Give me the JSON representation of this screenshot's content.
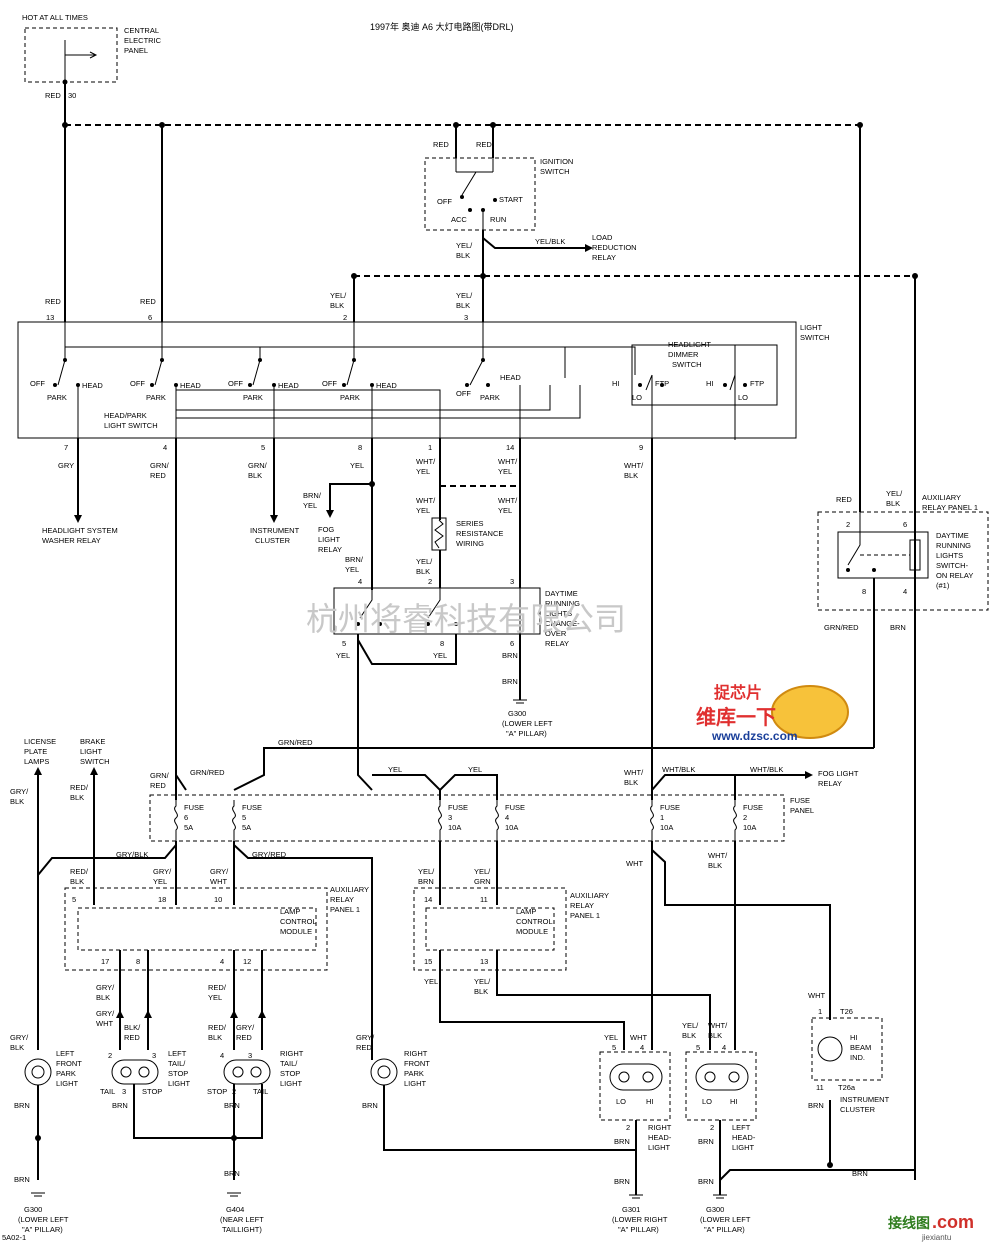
{
  "title": "1997年 奥迪 A6 大灯电路图(带DRL)",
  "watermark": "杭州将睿科技有限公司",
  "logo": {
    "line1": "捉芯片",
    "line2": "维库一下",
    "url": "www.dzsc.com"
  },
  "footer_logo": {
    "text": "接线图",
    "suffix": ".com",
    "url": "jiexiantu"
  },
  "top": {
    "hot_at_all_times": "HOT AT ALL TIMES",
    "central_panel": [
      "CENTRAL",
      "ELECTRIC",
      "PANEL"
    ],
    "red_30": "RED",
    "pin_30": "30"
  },
  "ignition": {
    "name": [
      "IGNITION",
      "SWITCH"
    ],
    "wire1": "RED",
    "wire2": "RED",
    "off": "OFF",
    "acc": "ACC",
    "start": "START",
    "run": "RUN",
    "out_wire": [
      "YEL/",
      "BLK"
    ],
    "out2": "YEL/BLK",
    "load_relay": [
      "LOAD",
      "REDUCTION",
      "RELAY"
    ]
  },
  "light_switch": {
    "name": [
      "LIGHT",
      "SWITCH"
    ],
    "head_park": [
      "HEAD/PARK",
      "LIGHT SWITCH"
    ],
    "dimmer": [
      "HEADLIGHT",
      "DIMMER",
      "SWITCH"
    ],
    "off": "OFF",
    "park": "PARK",
    "head": "HEAD",
    "hi": "HI",
    "lo": "LO",
    "ftp": "FTP",
    "in_wires": [
      {
        "c": "RED",
        "p": "13"
      },
      {
        "c": "RED",
        "p": "6"
      },
      {
        "c": "YEL/ BLK",
        "p": "2"
      },
      {
        "c": "YEL/ BLK",
        "p": "3"
      }
    ],
    "pins_out": [
      "7",
      "4",
      "5",
      "8",
      "1",
      "14",
      "9"
    ]
  },
  "out": {
    "gry": "GRY",
    "grn_red": [
      "GRN/",
      "RED"
    ],
    "grn_blk": [
      "GRN/",
      "BLK"
    ],
    "yel": "YEL",
    "wht_yel": [
      "WHT/",
      "YEL"
    ],
    "wht_blk": [
      "WHT/",
      "BLK"
    ],
    "washer": [
      "HEADLIGHT SYSTEM",
      "WASHER RELAY"
    ],
    "cluster": [
      "INSTRUMENT",
      "CLUSTER"
    ],
    "brn_yel": [
      "BRN/",
      "YEL"
    ],
    "fog_relay": [
      "FOG",
      "LIGHT",
      "RELAY"
    ]
  },
  "drl_relay": {
    "name": [
      "DAYTIME",
      "RUNNING",
      "LIGHTS",
      "CHANGE-",
      "OVER",
      "RELAY"
    ],
    "series": [
      "SERIES",
      "RESISTANCE",
      "WIRING"
    ],
    "wht_yel2": [
      "WHT/",
      "YEL"
    ],
    "yel_blk": [
      "YEL/",
      "BLK"
    ],
    "brn_yel2": [
      "BRN/",
      "YEL"
    ],
    "pins": [
      "4",
      "2",
      "3",
      "5",
      "8",
      "6"
    ],
    "yel_a": "YEL",
    "yel_b": "YEL",
    "brn": "BRN",
    "brn2": "BRN",
    "g300": [
      "G300",
      "(LOWER LEFT",
      "\"A\" PILLAR)"
    ]
  },
  "aux_relay_top": {
    "name": [
      "AUXILIARY",
      "RELAY PANEL 1"
    ],
    "sw": [
      "DAYTIME",
      "RUNNING",
      "LIGHTS",
      "SWITCH-",
      "ON RELAY",
      "(#1)"
    ],
    "red": "RED",
    "yel_blk": [
      "YEL/",
      "BLK"
    ],
    "pins": [
      "2",
      "6",
      "8",
      "4"
    ],
    "grn_red": "GRN/RED",
    "brn": "BRN"
  },
  "mid": {
    "grn_red": "GRN/RED",
    "yel": "YEL",
    "yel2": "YEL",
    "wht_blk": "WHT/BLK",
    "wht_blk2": "WHT/BLK",
    "fog_relay": [
      "FOG LIGHT",
      "RELAY"
    ],
    "grn_red2": [
      "GRN/",
      "RED"
    ],
    "grn_red3": "GRN/RED",
    "wht_blk3": [
      "WHT/",
      "BLK"
    ]
  },
  "fuses": {
    "panel": [
      "FUSE",
      "PANEL"
    ],
    "items": [
      {
        "n": "FUSE",
        "num": "6",
        "a": "5A"
      },
      {
        "n": "FUSE",
        "num": "5",
        "a": "5A"
      },
      {
        "n": "FUSE",
        "num": "3",
        "a": "10A"
      },
      {
        "n": "FUSE",
        "num": "4",
        "a": "10A"
      },
      {
        "n": "FUSE",
        "num": "1",
        "a": "10A"
      },
      {
        "n": "FUSE",
        "num": "2",
        "a": "10A"
      }
    ]
  },
  "left_bottom": {
    "license": [
      "LICENSE",
      "PLATE",
      "LAMPS"
    ],
    "brake": [
      "BRAKE",
      "LIGHT",
      "SWITCH"
    ],
    "gry_blk": [
      "GRY/",
      "BLK"
    ],
    "red_blk": [
      "RED/",
      "BLK"
    ],
    "gry_blk2": "GRY/BLK",
    "gry_red": "GRY/RED",
    "red_blk2": [
      "RED/",
      "BLK"
    ],
    "gry_yel": [
      "GRY/",
      "YEL"
    ],
    "gry_wht": [
      "GRY/",
      "WHT"
    ],
    "aux": [
      "AUXILIARY",
      "RELAY",
      "PANEL 1"
    ],
    "lcm": [
      "LAMP",
      "CONTROL",
      "MODULE"
    ],
    "pins_top": [
      "5",
      "18",
      "10"
    ],
    "pins_bot": [
      "17",
      "8",
      "4",
      "12"
    ],
    "gry_blk3": [
      "GRY/",
      "BLK"
    ],
    "grn_wht": [
      "GRY/",
      "WHT"
    ],
    "blk_red": [
      "BLK/",
      "RED"
    ],
    "red_yel": [
      "RED/",
      "YEL"
    ],
    "red_blk3": [
      "RED/",
      "BLK"
    ],
    "gry_red2": [
      "GRY/",
      "RED"
    ],
    "gry_blk4": [
      "GRY/",
      "BLK"
    ],
    "gry_red3": [
      "GRY/",
      "RED"
    ],
    "lf_park": [
      "LEFT",
      "FRONT",
      "PARK",
      "LIGHT"
    ],
    "lt_stop": [
      "LEFT",
      "TAIL/",
      "STOP",
      "LIGHT"
    ],
    "rt_stop": [
      "RIGHT",
      "TAIL/",
      "STOP",
      "LIGHT"
    ],
    "rf_park": [
      "RIGHT",
      "FRONT",
      "PARK",
      "LIGHT"
    ],
    "tail": "TAIL",
    "stop": "STOP",
    "p2": "2",
    "p3": "3",
    "p4": "4",
    "p3b": "3",
    "p2b": "2",
    "brn": "BRN",
    "brn2": "BRN",
    "brn3": "BRN",
    "brn4": "BRN",
    "brn5": "BRN",
    "g300": [
      "G300",
      "(LOWER LEFT",
      "\"A\" PILLAR)"
    ],
    "g404": [
      "G404",
      "(NEAR LEFT",
      "TAILLIGHT)"
    ]
  },
  "right_bottom": {
    "yel_brn": [
      "YEL/",
      "BRN"
    ],
    "yel_grn": [
      "YEL/",
      "GRN"
    ],
    "aux": [
      "AUXILIARY",
      "RELAY",
      "PANEL 1"
    ],
    "lcm": [
      "LAMP",
      "CONTROL",
      "MODULE"
    ],
    "pins_top": [
      "14",
      "11"
    ],
    "pins_bot": [
      "15",
      "13"
    ],
    "yel": "YEL",
    "yel_blk": [
      "YEL/",
      "BLK"
    ],
    "wht": "WHT",
    "wht_blk": [
      "WHT/",
      "BLK"
    ],
    "yel2": "YEL",
    "wht2": "WHT",
    "yel_blk2": [
      "YEL/",
      "BLK"
    ],
    "wht_blk2": [
      "WHT/",
      "BLK"
    ],
    "p5": "5",
    "p4": "4",
    "p5b": "5",
    "p4b": "4",
    "p2": "2",
    "p2b": "2",
    "lo": "LO",
    "hi": "HI",
    "lo2": "LO",
    "hi2": "HI",
    "rh": [
      "RIGHT",
      "HEAD-",
      "LIGHT"
    ],
    "lh": [
      "LEFT",
      "HEAD-",
      "LIGHT"
    ],
    "brn": "BRN",
    "brn2": "BRN",
    "brn3": "BRN",
    "brn4": "BRN",
    "g301": [
      "G301",
      "(LOWER RIGHT",
      "\"A\" PILLAR)"
    ],
    "g300": [
      "G300",
      "(LOWER LEFT",
      "\"A\" PILLAR)"
    ],
    "t26": "T26",
    "p1": "1",
    "hi_beam": [
      "HI",
      "BEAM",
      "IND."
    ],
    "p11": "11",
    "t26a": "T26a",
    "cluster": [
      "INSTRUMENT",
      "CLUSTER"
    ],
    "brn5": "BRN",
    "wht3": "WHT"
  },
  "corner": "5A02-1"
}
